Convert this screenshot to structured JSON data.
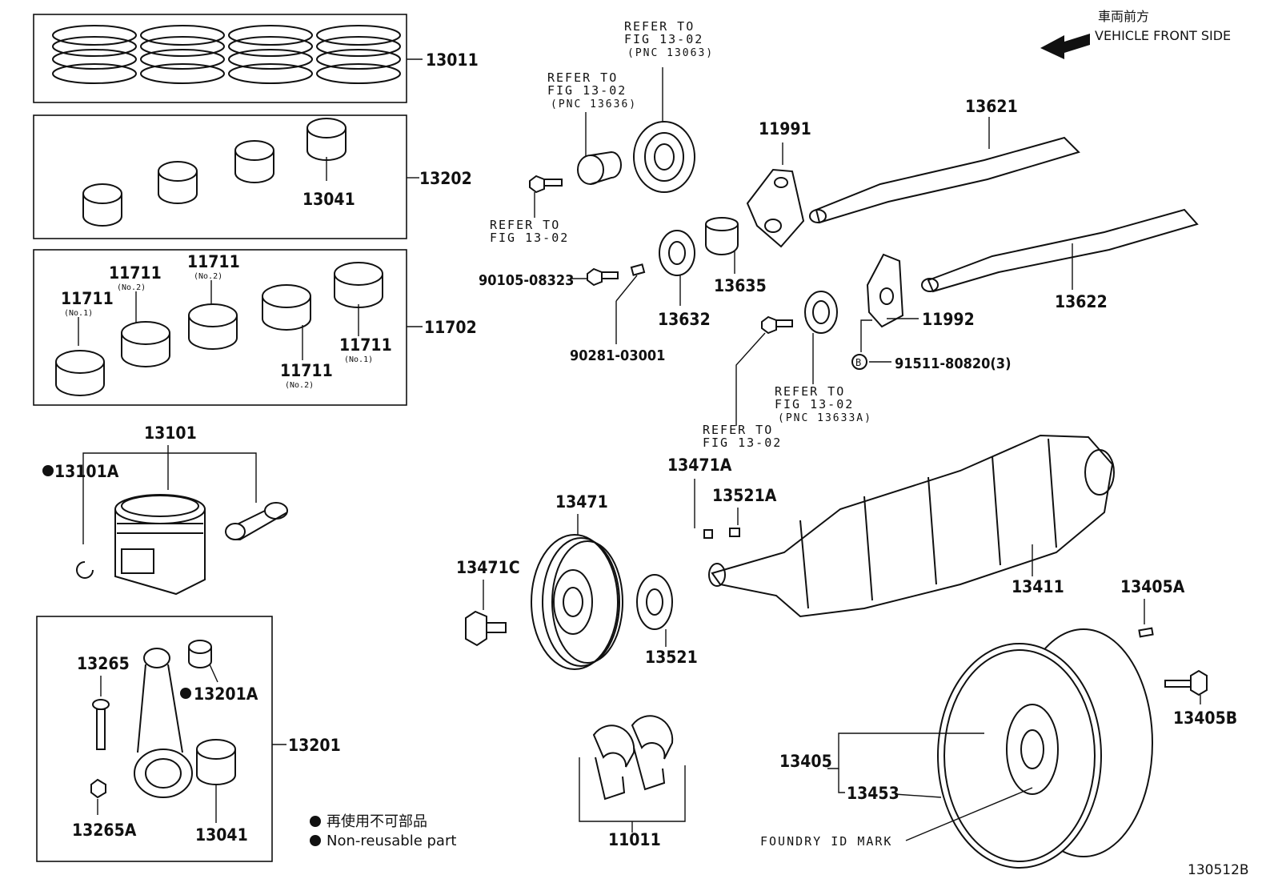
{
  "orientation": {
    "jp_label": "車両前方",
    "en_label": "VEHICLE FRONT SIDE"
  },
  "refs": {
    "fig_13063": {
      "line1": "REFER TO",
      "line2": "FIG 13-02",
      "line3": "(PNC 13063)"
    },
    "fig_13636": {
      "line1": "REFER TO",
      "line2": "FIG 13-02",
      "line3": "(PNC 13636)"
    },
    "fig_bolt_a": {
      "line1": "REFER TO",
      "line2": "FIG 13-02"
    },
    "fig_13633a": {
      "line1": "REFER TO",
      "line2": "FIG 13-02",
      "line3": "(PNC 13633A)"
    },
    "fig_bolt_b": {
      "line1": "REFER TO",
      "line2": "FIG 13-02"
    }
  },
  "parts": {
    "p13011": "13011",
    "p13202": "13202",
    "p13041_top": "13041",
    "p11702": "11702",
    "p11711_a": "11711",
    "p11711_a_sub": "(No.1)",
    "p11711_b": "11711",
    "p11711_b_sub": "(No.2)",
    "p11711_c": "11711",
    "p11711_c_sub": "(No.2)",
    "p11711_d": "11711",
    "p11711_d_sub": "(No.2)",
    "p11711_e": "11711",
    "p11711_e_sub": "(No.1)",
    "p13101": "13101",
    "p13101A": "13101A",
    "p13265": "13265",
    "p13201A": "13201A",
    "p13201": "13201",
    "p13265A": "13265A",
    "p13041_bot": "13041",
    "p90105": "90105-08323",
    "p90281": "90281-03001",
    "p13632": "13632",
    "p13635": "13635",
    "p11991": "11991",
    "p13621": "13621",
    "p13622": "13622",
    "p11992": "11992",
    "p91511": "91511-80820(3)",
    "p91511_marker": "B",
    "p13471A": "13471A",
    "p13521A": "13521A",
    "p13471": "13471",
    "p13471C": "13471C",
    "p13521": "13521",
    "p13411": "13411",
    "p13405A": "13405A",
    "p13405B": "13405B",
    "p13405": "13405",
    "p13453": "13453",
    "p11011": "11011",
    "foundry": "FOUNDRY ID MARK"
  },
  "legend": {
    "jp": "再使用不可部品",
    "en": "Non-reusable part"
  },
  "figure_id": "130512B"
}
